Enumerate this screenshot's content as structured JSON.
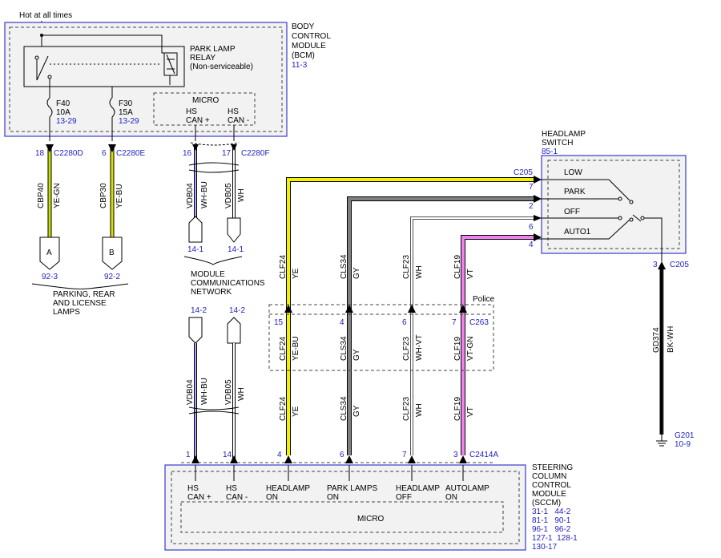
{
  "top_label": "Hot at all times",
  "bcm": {
    "title": [
      "BODY",
      "CONTROL",
      "MODULE",
      "(BCM)"
    ],
    "ref": "11-3"
  },
  "relay": {
    "lines": [
      "PARK LAMP",
      "RELAY",
      "(Non-serviceable)"
    ]
  },
  "fuses": [
    {
      "name": "F40",
      "rating": "10A",
      "ref": "13-29"
    },
    {
      "name": "F30",
      "rating": "15A",
      "ref": "13-29"
    }
  ],
  "micro_label": "MICRO",
  "bcm_can": [
    {
      "l1": "HS",
      "l2": "CAN +"
    },
    {
      "l1": "HS",
      "l2": "CAN -"
    }
  ],
  "bcm_pins": [
    {
      "pin": "18",
      "conn": "C2280D"
    },
    {
      "pin": "6",
      "conn": "C2280E"
    },
    {
      "pin": "16",
      "conn": ""
    },
    {
      "pin": "17",
      "conn": "C2280F"
    }
  ],
  "bcm_wires": [
    {
      "circuit": "CBP40",
      "color": "YE-GN"
    },
    {
      "circuit": "CBP30",
      "color": "YE-BU"
    },
    {
      "circuit": "VDB04",
      "color": "WH-BU"
    },
    {
      "circuit": "VDB05",
      "color": "WH"
    }
  ],
  "lamp_conns": [
    {
      "letter": "A",
      "ref": "92-3"
    },
    {
      "letter": "B",
      "ref": "92-2"
    }
  ],
  "lamps_note": [
    "PARKING, REAR",
    "AND LICENSE",
    "LAMPS"
  ],
  "net_refs_top": [
    "14-1",
    "14-1"
  ],
  "network_note": [
    "MODULE",
    "COMMUNICATIONS",
    "NETWORK"
  ],
  "net_refs_bottom": [
    "14-2",
    "14-2"
  ],
  "switch": {
    "title": [
      "HEADLAMP",
      "SWITCH"
    ],
    "ref": "85-1",
    "conn": "C205",
    "positions": [
      "LOW",
      "PARK",
      "OFF",
      "AUTO1"
    ],
    "pins": [
      "7",
      "2",
      "6",
      "4"
    ]
  },
  "ground": {
    "pin": "3",
    "conn": "C205",
    "circuit": "GD374",
    "color": "BK-WH",
    "name": "G201",
    "ref": "10-9"
  },
  "main_wires": [
    {
      "circuit": "CLF24",
      "color": "YE",
      "police_color": "YE-BU",
      "police_pin": "15",
      "sccm_pin": "4",
      "hex": "#f2f200"
    },
    {
      "circuit": "CLS34",
      "color": "GY",
      "police_color": "GY",
      "police_pin": "4",
      "sccm_pin": "6",
      "hex": "#808080"
    },
    {
      "circuit": "CLF23",
      "color": "WH",
      "police_color": "WH-VT",
      "police_pin": "6",
      "sccm_pin": "7",
      "hex": "#ffffff"
    },
    {
      "circuit": "CLF19",
      "color": "VT",
      "police_color": "VT-GN",
      "police_pin": "7",
      "sccm_pin": "3",
      "hex": "#ee82ee"
    }
  ],
  "police": {
    "label": "Police",
    "conn": "C263"
  },
  "can_lower": [
    {
      "circuit": "VDB04",
      "color": "WH-BU",
      "sccm_pin": "1"
    },
    {
      "circuit": "VDB05",
      "color": "WH",
      "sccm_pin": "14"
    }
  ],
  "sccm": {
    "conn": "C2414A",
    "title": [
      "STEERING",
      "COLUMN",
      "CONTROL",
      "MODULE",
      "(SCCM)"
    ],
    "refs": [
      "31-1   44-2",
      "81-1   90-1",
      "96-1   96-2",
      "127-1  128-1",
      "130-17"
    ],
    "inputs": [
      {
        "l1": "HS",
        "l2": "CAN +"
      },
      {
        "l1": "HS",
        "l2": "CAN -"
      },
      {
        "l1": "HEADLAMP",
        "l2": "ON"
      },
      {
        "l1": "PARK LAMPS",
        "l2": "ON"
      },
      {
        "l1": "HEADLAMP",
        "l2": "OFF"
      },
      {
        "l1": "AUTOLAMP",
        "l2": "ON"
      }
    ],
    "micro": "MICRO"
  }
}
